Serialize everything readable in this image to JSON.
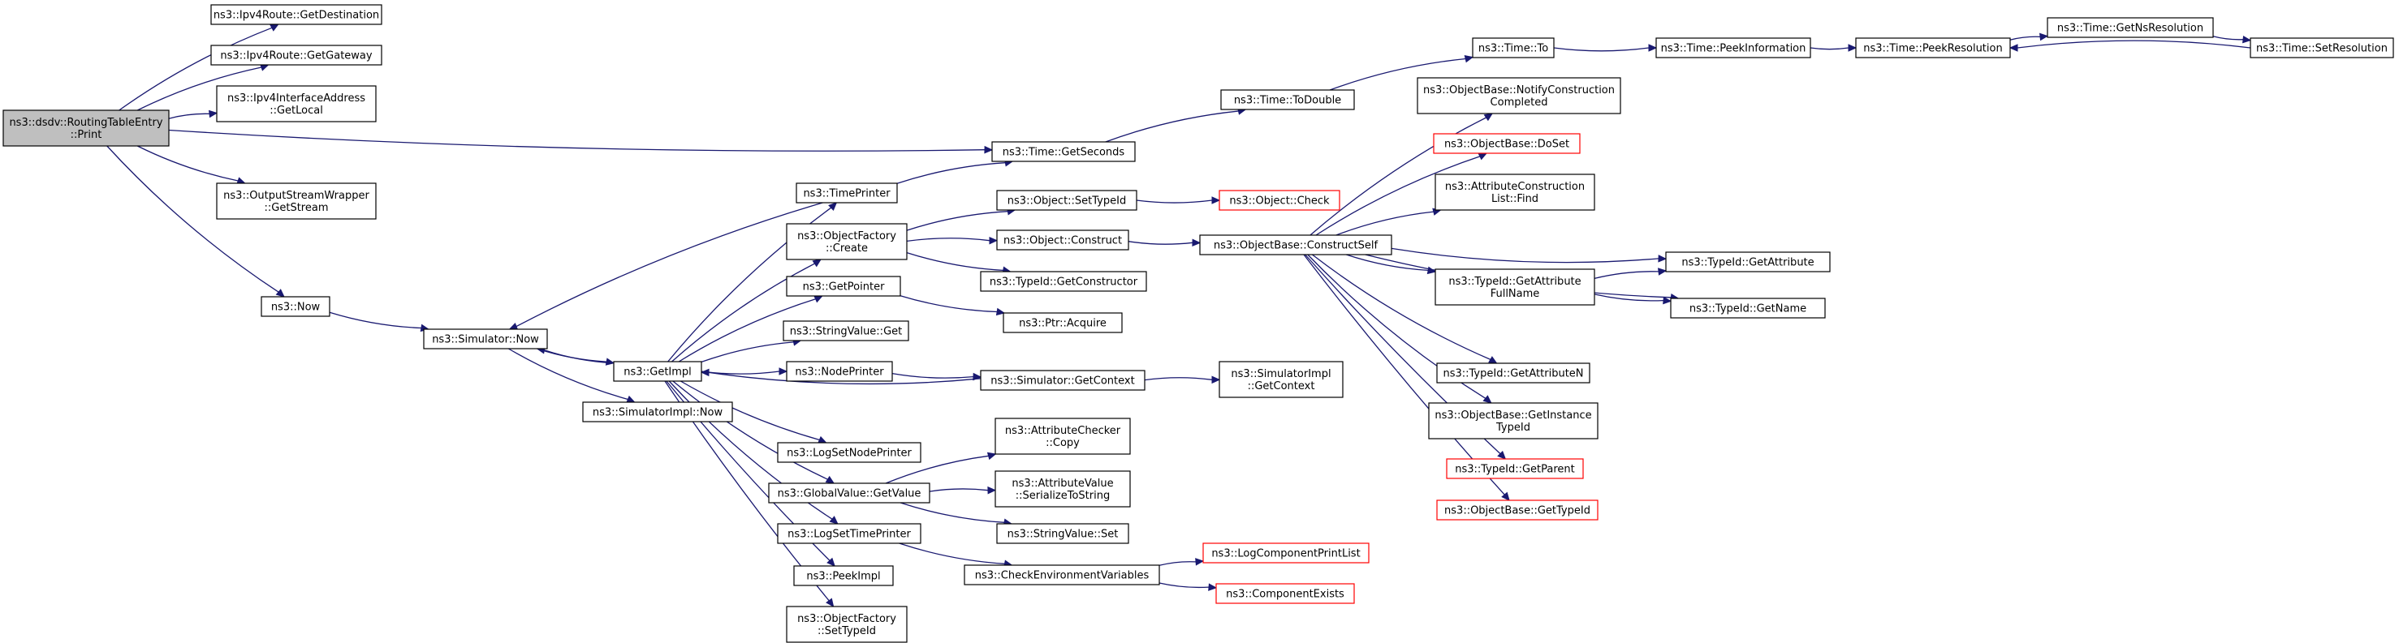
{
  "diagram": {
    "type": "call-graph",
    "edge_color": "#191970",
    "truncated_node_border_color": "#ff0000",
    "root_node_fill": "#bfbfbf",
    "nodes": [
      {
        "id": "root",
        "lines": [
          "ns3::dsdv::RoutingTableEntry",
          "::Print"
        ],
        "root": true
      },
      {
        "id": "getdest",
        "lines": [
          "ns3::Ipv4Route::GetDestination"
        ]
      },
      {
        "id": "getgw",
        "lines": [
          "ns3::Ipv4Route::GetGateway"
        ]
      },
      {
        "id": "getlocal",
        "lines": [
          "ns3::Ipv4InterfaceAddress",
          "::GetLocal"
        ]
      },
      {
        "id": "getstream",
        "lines": [
          "ns3::OutputStreamWrapper",
          "::GetStream"
        ]
      },
      {
        "id": "now",
        "lines": [
          "ns3::Now"
        ]
      },
      {
        "id": "simnow",
        "lines": [
          "ns3::Simulator::Now"
        ]
      },
      {
        "id": "getimpl",
        "lines": [
          "ns3::GetImpl"
        ]
      },
      {
        "id": "simimplnow",
        "lines": [
          "ns3::SimulatorImpl::Now"
        ]
      },
      {
        "id": "timeprinter",
        "lines": [
          "ns3::TimePrinter"
        ]
      },
      {
        "id": "ofcreate",
        "lines": [
          "ns3::ObjectFactory",
          "::Create"
        ]
      },
      {
        "id": "getpointer",
        "lines": [
          "ns3::GetPointer"
        ]
      },
      {
        "id": "svget",
        "lines": [
          "ns3::StringValue::Get"
        ]
      },
      {
        "id": "nodeprinter",
        "lines": [
          "ns3::NodePrinter"
        ]
      },
      {
        "id": "logsetnodeprinter",
        "lines": [
          "ns3::LogSetNodePrinter"
        ]
      },
      {
        "id": "gvgetvalue",
        "lines": [
          "ns3::GlobalValue::GetValue"
        ]
      },
      {
        "id": "logsettimeprinter",
        "lines": [
          "ns3::LogSetTimePrinter"
        ]
      },
      {
        "id": "peekimpl",
        "lines": [
          "ns3::PeekImpl"
        ]
      },
      {
        "id": "ofsettypeid",
        "lines": [
          "ns3::ObjectFactory",
          "::SetTypeId"
        ]
      },
      {
        "id": "objsettypeid",
        "lines": [
          "ns3::Object::SetTypeId"
        ]
      },
      {
        "id": "objconstruct",
        "lines": [
          "ns3::Object::Construct"
        ]
      },
      {
        "id": "tidgetconstructor",
        "lines": [
          "ns3::TypeId::GetConstructor"
        ]
      },
      {
        "id": "ptracquire",
        "lines": [
          "ns3::Ptr::Acquire"
        ]
      },
      {
        "id": "simgetcontext",
        "lines": [
          "ns3::Simulator::GetContext"
        ]
      },
      {
        "id": "accopy",
        "lines": [
          "ns3::AttributeChecker",
          "::Copy"
        ]
      },
      {
        "id": "avserialize",
        "lines": [
          "ns3::AttributeValue",
          "::SerializeToString"
        ]
      },
      {
        "id": "svset",
        "lines": [
          "ns3::StringValue::Set"
        ]
      },
      {
        "id": "checkenv",
        "lines": [
          "ns3::CheckEnvironmentVariables"
        ]
      },
      {
        "id": "timegetseconds",
        "lines": [
          "ns3::Time::GetSeconds"
        ]
      },
      {
        "id": "timetodouble",
        "lines": [
          "ns3::Time::ToDouble"
        ]
      },
      {
        "id": "timeto",
        "lines": [
          "ns3::Time::To"
        ]
      },
      {
        "id": "peekinfo",
        "lines": [
          "ns3::Time::PeekInformation"
        ]
      },
      {
        "id": "peekres",
        "lines": [
          "ns3::Time::PeekResolution"
        ]
      },
      {
        "id": "getnsres",
        "lines": [
          "ns3::Time::GetNsResolution"
        ]
      },
      {
        "id": "setres",
        "lines": [
          "ns3::Time::SetResolution"
        ]
      },
      {
        "id": "objcheck",
        "lines": [
          "ns3::Object::Check"
        ],
        "truncated": true
      },
      {
        "id": "constructself",
        "lines": [
          "ns3::ObjectBase::ConstructSelf"
        ]
      },
      {
        "id": "simimplgetcontext",
        "lines": [
          "ns3::SimulatorImpl",
          "::GetContext"
        ]
      },
      {
        "id": "logcompprintlist",
        "lines": [
          "ns3::LogComponentPrintList"
        ],
        "truncated": true
      },
      {
        "id": "compexists",
        "lines": [
          "ns3::ComponentExists"
        ],
        "truncated": true
      },
      {
        "id": "notifyconstruction",
        "lines": [
          "ns3::ObjectBase::NotifyConstruction",
          "Completed"
        ]
      },
      {
        "id": "doset",
        "lines": [
          "ns3::ObjectBase::DoSet"
        ],
        "truncated": true
      },
      {
        "id": "aclfind",
        "lines": [
          "ns3::AttributeConstruction",
          "List::Find"
        ]
      },
      {
        "id": "tidgetattrfullname",
        "lines": [
          "ns3::TypeId::GetAttribute",
          "FullName"
        ]
      },
      {
        "id": "tidgetattrn",
        "lines": [
          "ns3::TypeId::GetAttributeN"
        ]
      },
      {
        "id": "getinstancetypeid",
        "lines": [
          "ns3::ObjectBase::GetInstance",
          "TypeId"
        ]
      },
      {
        "id": "tidgetparent",
        "lines": [
          "ns3::TypeId::GetParent"
        ],
        "truncated": true
      },
      {
        "id": "obgettypeid",
        "lines": [
          "ns3::ObjectBase::GetTypeId"
        ],
        "truncated": true
      },
      {
        "id": "tidgetattribute",
        "lines": [
          "ns3::TypeId::GetAttribute"
        ]
      },
      {
        "id": "tidgetname",
        "lines": [
          "ns3::TypeId::GetName"
        ]
      }
    ],
    "edges": [
      [
        "root",
        "getdest"
      ],
      [
        "root",
        "getgw"
      ],
      [
        "root",
        "getlocal"
      ],
      [
        "root",
        "getstream"
      ],
      [
        "root",
        "now"
      ],
      [
        "root",
        "timegetseconds"
      ],
      [
        "now",
        "simnow"
      ],
      [
        "simnow",
        "getimpl"
      ],
      [
        "simnow",
        "simimplnow"
      ],
      [
        "getimpl",
        "timeprinter"
      ],
      [
        "getimpl",
        "ofcreate"
      ],
      [
        "getimpl",
        "getpointer"
      ],
      [
        "getimpl",
        "svget"
      ],
      [
        "getimpl",
        "nodeprinter"
      ],
      [
        "getimpl",
        "logsetnodeprinter"
      ],
      [
        "getimpl",
        "gvgetvalue"
      ],
      [
        "getimpl",
        "logsettimeprinter"
      ],
      [
        "getimpl",
        "peekimpl"
      ],
      [
        "getimpl",
        "ofsettypeid"
      ],
      [
        "getimpl",
        "simnow"
      ],
      [
        "timeprinter",
        "simnow"
      ],
      [
        "timeprinter",
        "timegetseconds"
      ],
      [
        "ofcreate",
        "objsettypeid"
      ],
      [
        "ofcreate",
        "objconstruct"
      ],
      [
        "ofcreate",
        "tidgetconstructor"
      ],
      [
        "objsettypeid",
        "objcheck"
      ],
      [
        "objconstruct",
        "constructself"
      ],
      [
        "getpointer",
        "ptracquire"
      ],
      [
        "nodeprinter",
        "simgetcontext"
      ],
      [
        "simgetcontext",
        "getimpl"
      ],
      [
        "simgetcontext",
        "simimplgetcontext"
      ],
      [
        "gvgetvalue",
        "accopy"
      ],
      [
        "gvgetvalue",
        "avserialize"
      ],
      [
        "gvgetvalue",
        "svset"
      ],
      [
        "logsettimeprinter",
        "checkenv"
      ],
      [
        "checkenv",
        "logcompprintlist"
      ],
      [
        "checkenv",
        "compexists"
      ],
      [
        "timegetseconds",
        "timetodouble"
      ],
      [
        "timetodouble",
        "timeto"
      ],
      [
        "timeto",
        "peekinfo"
      ],
      [
        "peekinfo",
        "peekres"
      ],
      [
        "peekres",
        "getnsres"
      ],
      [
        "getnsres",
        "setres"
      ],
      [
        "setres",
        "peekres"
      ],
      [
        "constructself",
        "notifyconstruction"
      ],
      [
        "constructself",
        "doset"
      ],
      [
        "constructself",
        "aclfind"
      ],
      [
        "constructself",
        "tidgetattrfullname"
      ],
      [
        "constructself",
        "tidgetattribute"
      ],
      [
        "constructself",
        "tidgetname"
      ],
      [
        "constructself",
        "tidgetattrn"
      ],
      [
        "constructself",
        "getinstancetypeid"
      ],
      [
        "constructself",
        "tidgetparent"
      ],
      [
        "constructself",
        "obgettypeid"
      ],
      [
        "tidgetattrfullname",
        "tidgetattribute"
      ],
      [
        "tidgetattrfullname",
        "tidgetname"
      ]
    ]
  }
}
